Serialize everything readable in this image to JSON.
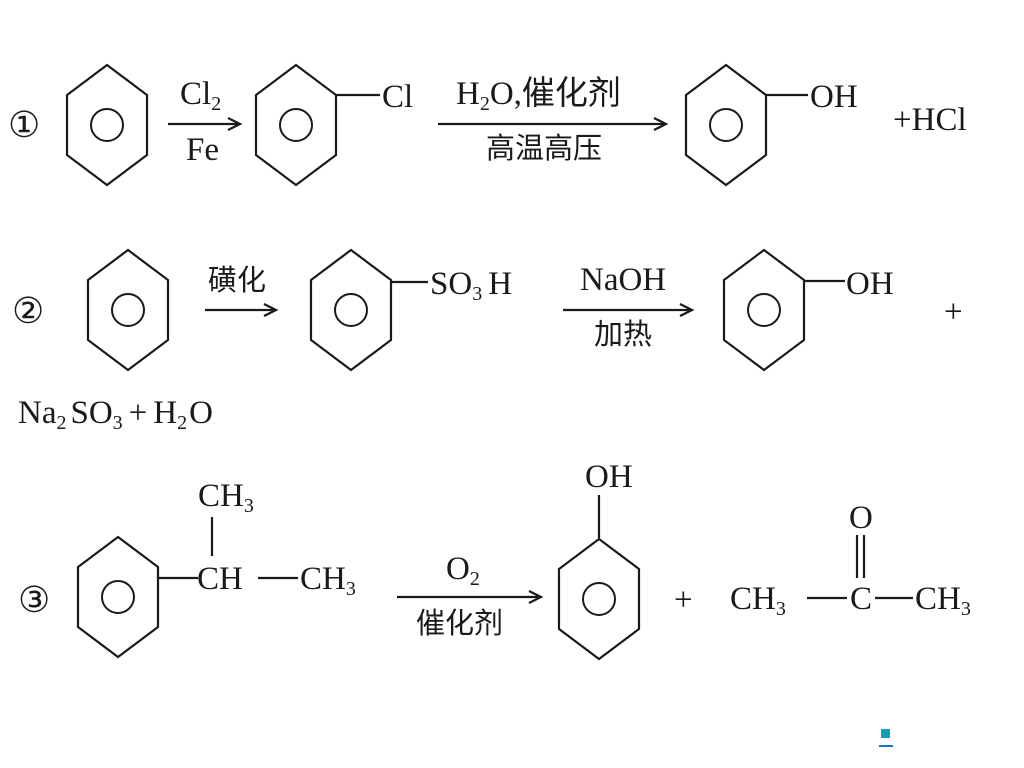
{
  "reaction1": {
    "number": "①",
    "reagent_top": "Cl",
    "reagent_top_sub": "2",
    "reagent_bottom": "Fe",
    "intermediate_group": "Cl",
    "condition_top_h": "H",
    "condition_top_sub": "2",
    "condition_top_rest": "O,催化剂",
    "condition_bottom": "高温高压",
    "product_group": "OH",
    "byproduct": "+HCl"
  },
  "reaction2": {
    "number": "②",
    "condition": "磺化",
    "intermediate_group_a": "SO",
    "intermediate_group_sub": "3",
    "intermediate_group_b": "H",
    "reagent_top": "NaOH",
    "reagent_bottom": "加热",
    "product_group": "OH",
    "plus": "+",
    "byproducts": {
      "na": "Na",
      "na_sub": "2",
      "so": "SO",
      "so_sub": "3",
      "plus": "+",
      "h": "H",
      "h_sub": "2",
      "o": "O"
    }
  },
  "reaction3": {
    "number": "③",
    "substituent_top": "CH",
    "substituent_top_sub": "3",
    "chain_ch": "CH",
    "chain_ch3": "CH",
    "chain_ch3_sub": "3",
    "reagent_top": "O",
    "reagent_top_sub": "2",
    "reagent_bottom": "催化剂",
    "product_group": "OH",
    "plus": "+",
    "acetone": {
      "o": "O",
      "left": "CH",
      "left_sub": "3",
      "center": "C",
      "right": "CH",
      "right_sub": "3"
    }
  }
}
